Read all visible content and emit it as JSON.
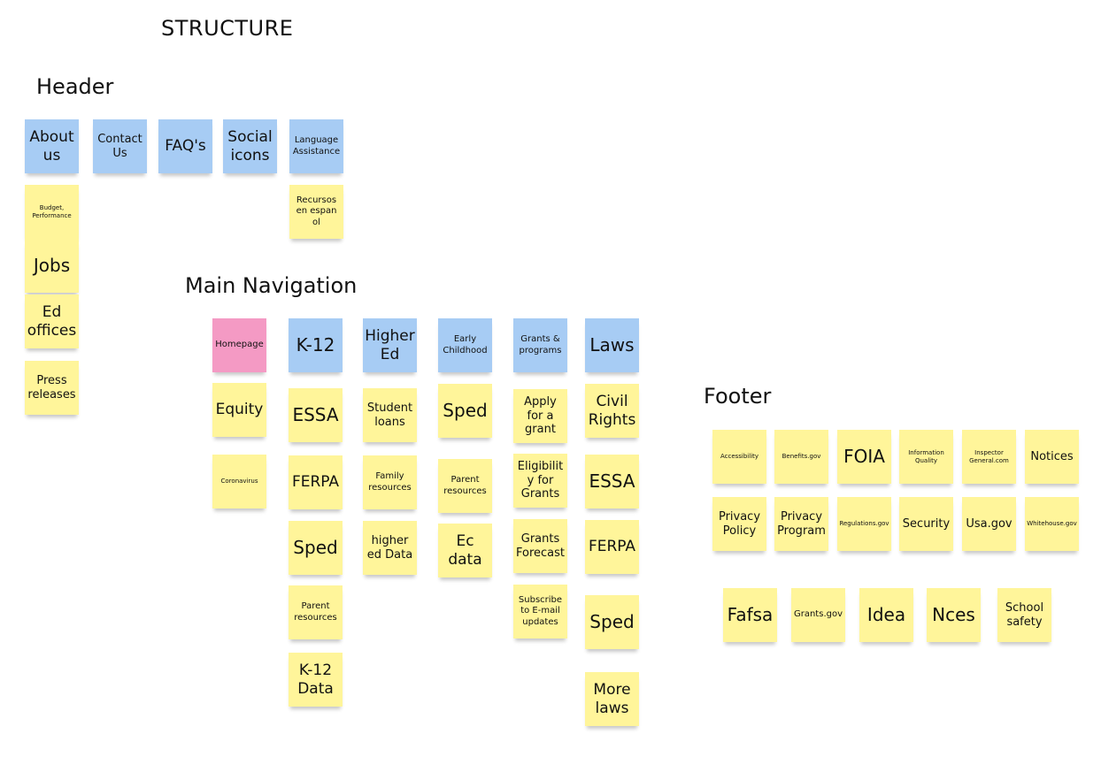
{
  "title": "STRUCTURE",
  "sections": {
    "header": "Header",
    "main_navigation": "Main Navigation",
    "footer": "Footer"
  },
  "colors": {
    "top_level_note": "#a7ccf4",
    "page_note": "#fff59a",
    "homepage_note": "#f49ac4"
  },
  "header": {
    "about_us": {
      "label": "About us",
      "children": [
        "Budget, Performance",
        "Jobs",
        "Ed offices",
        "Press releases"
      ]
    },
    "contact_us": {
      "label": "Contact Us"
    },
    "faqs": {
      "label": "FAQ's"
    },
    "social_icons": {
      "label": "Social icons"
    },
    "language_assistance": {
      "label": "Language Assistance",
      "children": [
        "Recursos en espan ol"
      ]
    }
  },
  "main_navigation": {
    "homepage": {
      "label": "Homepage",
      "children": [
        "Equity",
        "Coronavirus"
      ]
    },
    "k12": {
      "label": "K-12",
      "children": [
        "ESSA",
        "FERPA",
        "Sped",
        "Parent resources",
        "K-12 Data"
      ]
    },
    "higher_ed": {
      "label": "Higher Ed",
      "children": [
        "Student loans",
        "Family resources",
        "higher ed Data"
      ]
    },
    "early_childhood": {
      "label": "Early Childhood",
      "children": [
        "Sped",
        "Parent resources",
        "Ec data"
      ]
    },
    "grants_programs": {
      "label": "Grants & programs",
      "children": [
        "Apply for a grant",
        "Eligibility for Grants",
        "Grants Forecast",
        "Subscribe to E-mail updates"
      ]
    },
    "laws": {
      "label": "Laws",
      "children": [
        "Civil Rights",
        "ESSA",
        "FERPA",
        "Sped",
        "More laws"
      ]
    }
  },
  "footer": {
    "row1": [
      "Accessibility",
      "Benefits.gov",
      "FOIA",
      "Information Quality",
      "Inspector General.com",
      "Notices"
    ],
    "row2": [
      "Privacy Policy",
      "Privacy Program",
      "Regulations.gov",
      "Security",
      "Usa.gov",
      "Whitehouse.gov"
    ],
    "row3": [
      "Fafsa",
      "Grants.gov",
      "Idea",
      "Nces",
      "School safety"
    ]
  }
}
